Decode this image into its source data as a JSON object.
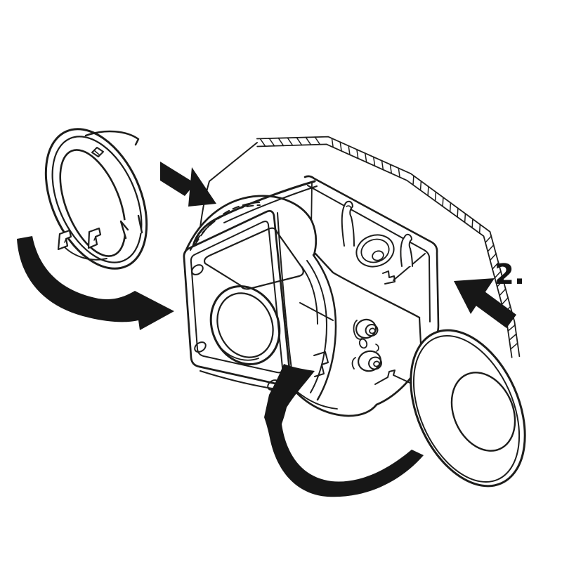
{
  "figure": {
    "step_label": "2.",
    "colors": {
      "background": "#ffffff",
      "line": "#1d1d1b",
      "arrow_fill": "#171717"
    },
    "icons": {
      "ring_rotate_arrow": "curved-arrow",
      "ring_insert_arrow": "straight-arrow",
      "cap_insert_arrow": "straight-arrow",
      "cap_rotate_arrow": "curved-arrow"
    }
  }
}
